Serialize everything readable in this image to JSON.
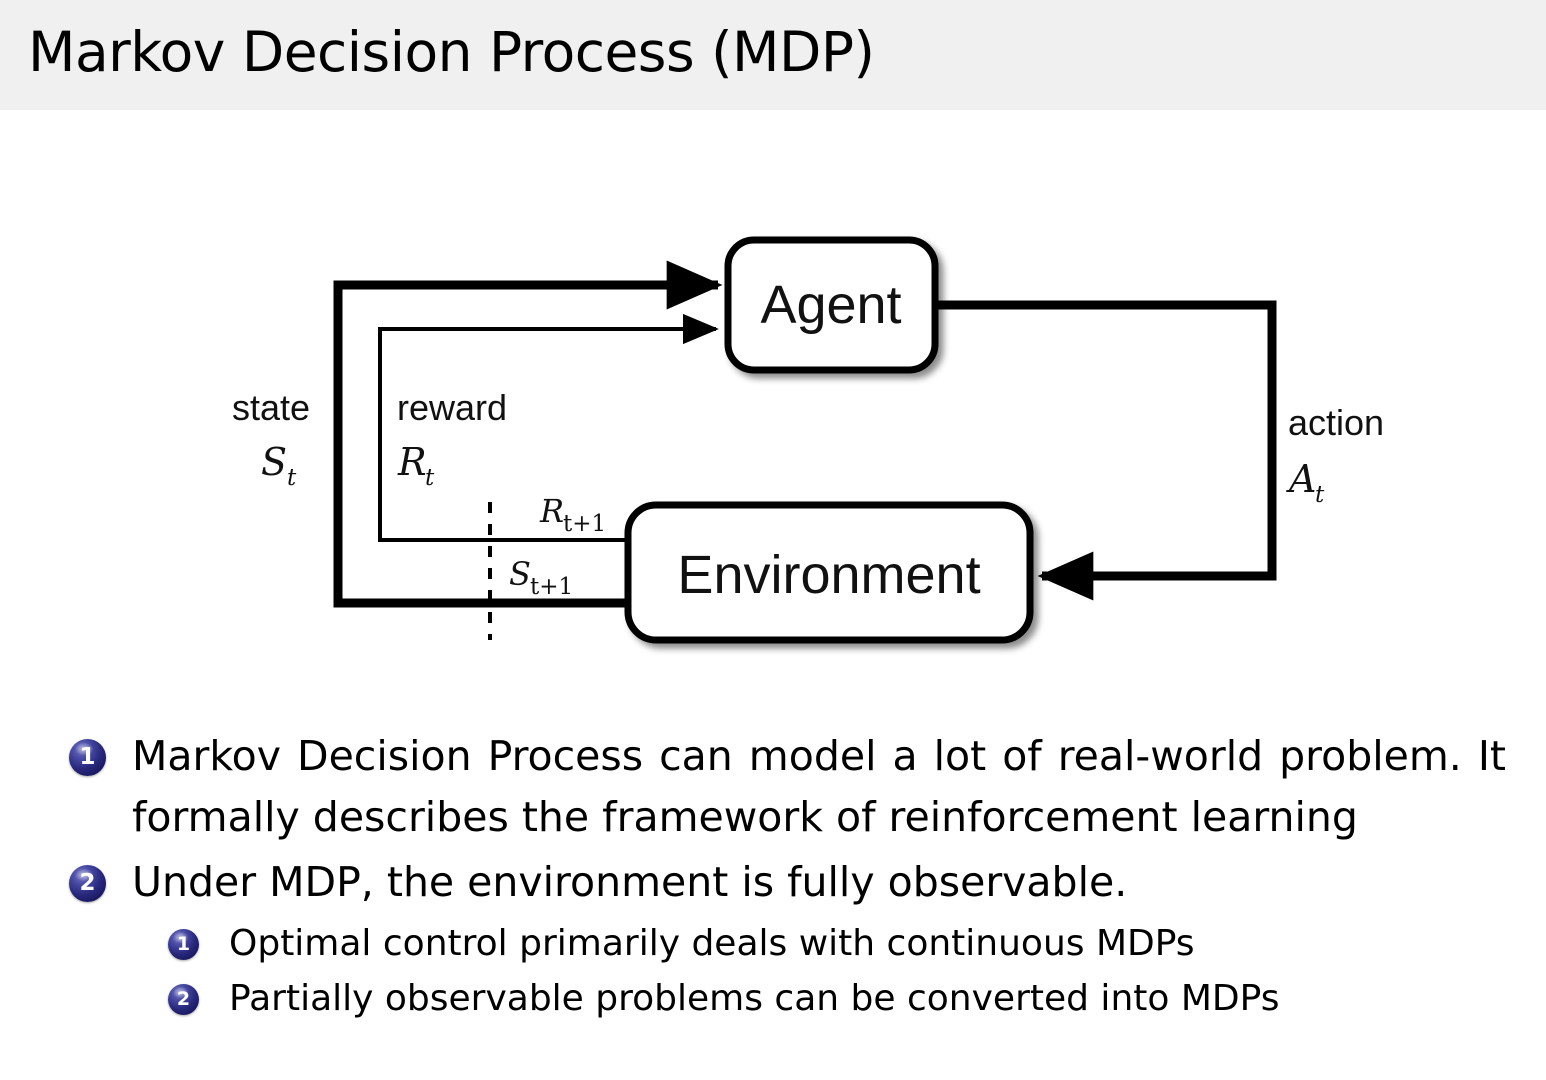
{
  "slide": {
    "title": "Markov Decision Process (MDP)",
    "header_bg": "#f0f0f0",
    "background": "#ffffff",
    "text_color": "#000000",
    "accent_color": "#2a2a80"
  },
  "diagram": {
    "name": "agent-environment-interaction-loop",
    "nodes": [
      {
        "id": "agent",
        "label": "Agent"
      },
      {
        "id": "environment",
        "label": "Environment"
      }
    ],
    "edges": [
      {
        "id": "state-edge",
        "from": "environment",
        "to": "agent",
        "word_label": "state",
        "math_label": "S",
        "math_sub": "t",
        "stroke": "thick"
      },
      {
        "id": "reward-edge",
        "from": "environment",
        "to": "agent",
        "word_label": "reward",
        "math_label": "R",
        "math_sub": "t",
        "stroke": "thin"
      },
      {
        "id": "action-edge",
        "from": "agent",
        "to": "environment",
        "word_label": "action",
        "math_label": "A",
        "math_sub": "t",
        "stroke": "thick"
      },
      {
        "id": "next-reward-edge",
        "from": "environment",
        "math_label": "R",
        "math_sub": "t+1",
        "stroke": "thin"
      },
      {
        "id": "next-state-edge",
        "from": "environment",
        "math_label": "S",
        "math_sub": "t+1",
        "stroke": "thick"
      }
    ],
    "time_separator": "dashed-vertical-line"
  },
  "bullets": [
    {
      "marker": "1",
      "text": "Markov Decision Process can model a lot of real-world problem. It formally describes the framework of reinforcement learning",
      "children": []
    },
    {
      "marker": "2",
      "text": "Under MDP, the environment is fully observable.",
      "children": [
        {
          "marker": "1",
          "text": "Optimal control primarily deals with continuous MDPs"
        },
        {
          "marker": "2",
          "text": "Partially observable problems can be converted into MDPs"
        }
      ]
    }
  ]
}
